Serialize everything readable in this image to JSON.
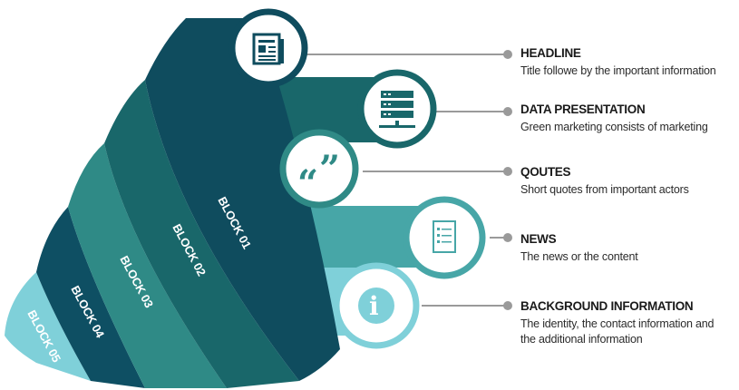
{
  "colors": {
    "block1": "#0f4c5e",
    "block2": "#19676a",
    "block3": "#2f8a86",
    "block4": "#0e4f63",
    "block5": "#7fd0d9",
    "connector": "#9a9a9a"
  },
  "blocks": [
    {
      "label": "BLOCK 01"
    },
    {
      "label": "BLOCK 02"
    },
    {
      "label": "BLOCK 03"
    },
    {
      "label": "BLOCK 04"
    },
    {
      "label": "BLOCK 05"
    }
  ],
  "items": [
    {
      "title": "HEADLINE",
      "description": "Title followe by the important information",
      "icon": "newspaper-icon"
    },
    {
      "title": "DATA PRESENTATION",
      "description": "Green marketing consists of marketing",
      "icon": "server-icon"
    },
    {
      "title": "QOUTES",
      "description": "Short quotes from important actors",
      "icon": "quote-icon"
    },
    {
      "title": "NEWS",
      "description": "The news or the content",
      "icon": "document-list-icon"
    },
    {
      "title": "BACKGROUND INFORMATION",
      "description": "The identity, the contact information and the additional information",
      "icon": "info-icon"
    }
  ]
}
